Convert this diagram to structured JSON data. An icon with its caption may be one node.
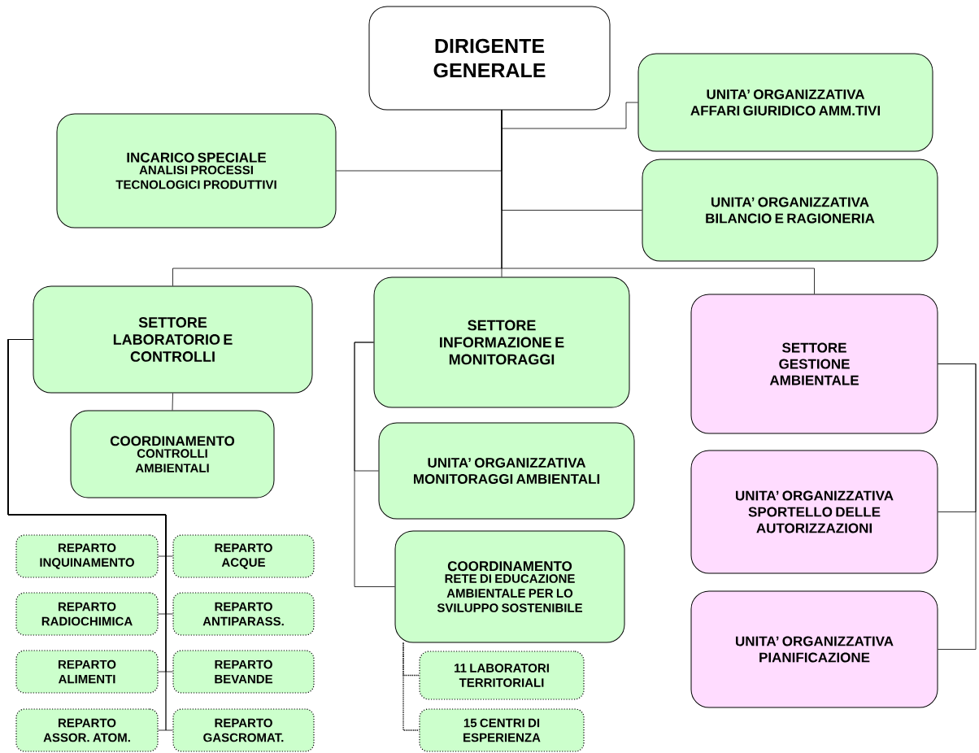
{
  "diagram": {
    "nodes": [
      {
        "text": [
          "DIRIGENTE GENERALE"
        ]
      },
      {
        "text": [
          "INCARICO SPECIALE",
          "ANALISI PROCESSI TECNOLOGICI PRODUTTIVI"
        ]
      },
      {
        "text": [
          "UNITA’ ORGANIZZATIVA AFFARI GIURIDICO AMM.TIVI"
        ]
      },
      {
        "text": [
          "UNITA’ ORGANIZZATIVA BILANCIO E RAGIONERIA"
        ]
      },
      {
        "text": [
          "SETTORE LABORATORIO E CONTROLLI"
        ]
      },
      {
        "text": [
          "COORDINAMENTO",
          "CONTROLLI AMBIENTALI"
        ]
      },
      {
        "text": [
          "SETTORE INFORMAZIONE E MONITORAGGI"
        ]
      },
      {
        "text": [
          "UNITA’ ORGANIZZATIVA MONITORAGGI AMBIENTALI"
        ]
      },
      {
        "text": [
          "COORDINAMENTO",
          "RETE DI EDUCAZIONE AMBIENTALE PER LO SVILUPPO SOSTENIBILE"
        ]
      },
      {
        "text": [
          "SETTORE GESTIONE AMBIENTALE"
        ]
      },
      {
        "text": [
          "UNITA’ ORGANIZZATIVA SPORTELLO DELLE AUTORIZZAZIONI"
        ]
      },
      {
        "text": [
          "UNITA’ ORGANIZZATIVA PIANIFICAZIONE"
        ]
      },
      {
        "text": [
          "REPARTO INQUINAMENTO"
        ]
      },
      {
        "text": [
          "REPARTO ACQUE"
        ]
      },
      {
        "text": [
          "REPARTO RADIOCHIMICA"
        ]
      },
      {
        "text": [
          "REPARTO ANTIPARASS."
        ]
      },
      {
        "text": [
          "REPARTO ALIMENTI"
        ]
      },
      {
        "text": [
          "REPARTO BEVANDE"
        ]
      },
      {
        "text": [
          "REPARTO ASSOR. ATOM."
        ]
      },
      {
        "text": [
          "REPARTO GASCROMAT."
        ]
      },
      {
        "text": [
          "11 LABORATORI TERRITORIALI"
        ]
      },
      {
        "text": [
          "15 CENTRI DI ESPERIENZA"
        ]
      }
    ],
    "edges": [
      {
        "from": 0,
        "to": 1,
        "arrow": "none"
      },
      {
        "from": 0,
        "to": 2,
        "arrow": "none"
      },
      {
        "from": 0,
        "to": 3,
        "arrow": "none"
      },
      {
        "from": 0,
        "to": 4,
        "arrow": "none"
      },
      {
        "from": 0,
        "to": 6,
        "arrow": "none"
      },
      {
        "from": 0,
        "to": 9,
        "arrow": "none"
      },
      {
        "from": 4,
        "to": 5,
        "arrow": "none"
      },
      {
        "from": 4,
        "to": 12,
        "arrow": "none"
      },
      {
        "from": 4,
        "to": 13,
        "arrow": "none"
      },
      {
        "from": 4,
        "to": 14,
        "arrow": "none"
      },
      {
        "from": 4,
        "to": 15,
        "arrow": "none"
      },
      {
        "from": 4,
        "to": 16,
        "arrow": "none"
      },
      {
        "from": 4,
        "to": 17,
        "arrow": "none"
      },
      {
        "from": 4,
        "to": 18,
        "arrow": "none"
      },
      {
        "from": 4,
        "to": 19,
        "arrow": "none"
      },
      {
        "from": 6,
        "to": 7,
        "arrow": "none"
      },
      {
        "from": 6,
        "to": 8,
        "arrow": "none"
      },
      {
        "from": 8,
        "to": 20,
        "arrow": "none",
        "style": "dashed"
      },
      {
        "from": 8,
        "to": 21,
        "arrow": "none",
        "style": "dashed"
      },
      {
        "from": 9,
        "to": 10,
        "arrow": "none"
      },
      {
        "from": 9,
        "to": 11,
        "arrow": "none"
      }
    ]
  }
}
